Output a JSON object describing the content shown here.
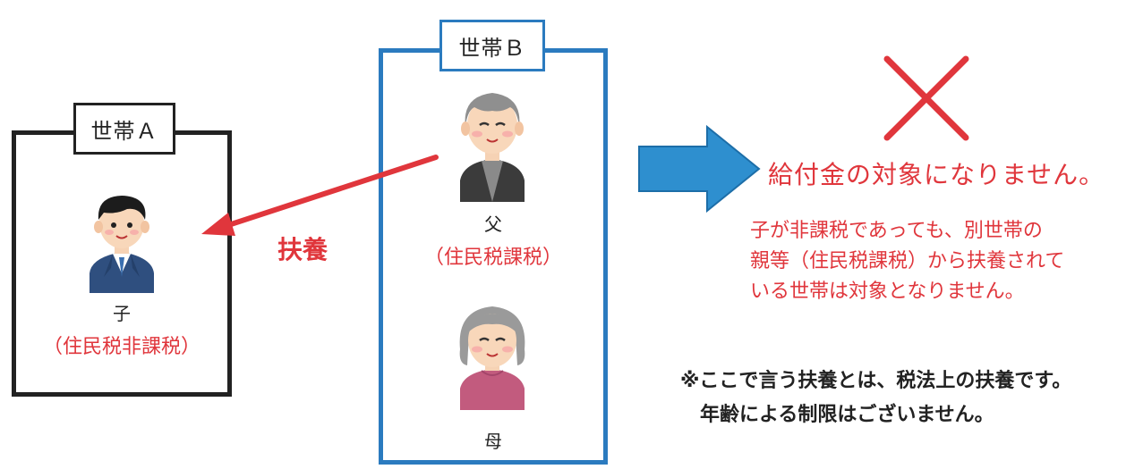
{
  "household_a": {
    "title": "世帯Ａ",
    "member": {
      "role": "子",
      "tax_status": "（住民税非課税）"
    }
  },
  "household_b": {
    "title": "世帯Ｂ",
    "members": [
      {
        "role": "父",
        "tax_status": "（住民税課税）"
      },
      {
        "role": "母",
        "tax_status": ""
      }
    ]
  },
  "dependency_label": "扶養",
  "result": {
    "mark": "cross-mark",
    "text": "給付金の対象になりません。",
    "explanation_lines": [
      "子が非課税であっても、別世帯の",
      "親等（住民税課税）から扶養されて",
      "いる世帯は対象となりません。"
    ]
  },
  "remark_lines": [
    "※ここで言う扶養とは、税法上の扶養です。",
    "年齢による制限はございません。"
  ],
  "colors": {
    "household_a_border": "#222222",
    "household_b_border": "#2b7bbf",
    "accent_red": "#e0363c",
    "result_arrow": "#2e8fcf"
  }
}
